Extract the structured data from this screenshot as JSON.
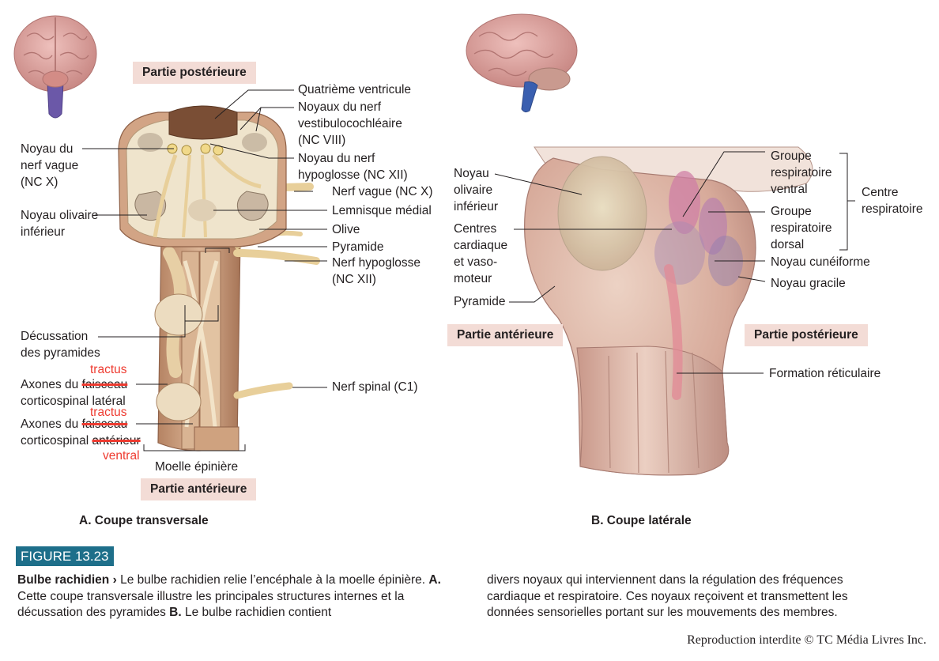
{
  "figure": {
    "number": "FIGURE 13.23",
    "title": "Bulbe rachidien",
    "separator": "›",
    "caption_col1_part1": " Le bulbe rachidien relie l’encéphale à la moelle épinière. ",
    "caption_col1_a": "A.",
    "caption_col1_part2": " Cette coupe transversale illustre les principales structures internes et la décussation des pyramides ",
    "caption_col1_b": "B.",
    "caption_col1_part3": " Le bulbe rachidien contient",
    "caption_col2": "divers noyaux qui interviennent dans la régulation des fréquences cardiaque et respiratoire. Ces noyaux reçoivent et transmettent les données sensorielles portant sur les mouvements des membres.",
    "credit": "Reproduction interdite © TC Média Livres Inc."
  },
  "panel_a": {
    "title": "A. Coupe transversale",
    "tag_top": "Partie postérieure",
    "tag_bottom": "Partie antérieure",
    "labels": {
      "quatrieme_ventricule": "Quatrième ventricule",
      "noyaux_vestibulo_1": "Noyaux du nerf",
      "noyaux_vestibulo_2": "vestibulocochléaire",
      "noyaux_vestibulo_3": "(NC VIII)",
      "noyau_hypoglosse_1": "Noyau du nerf",
      "noyau_hypoglosse_2": "hypoglosse (NC XII)",
      "nerf_vague": "Nerf vague (NC X)",
      "lemnisque": "Lemnisque médial",
      "olive": "Olive",
      "pyramide": "Pyramide",
      "nerf_hypoglosse_1": "Nerf hypoglosse",
      "nerf_hypoglosse_2": "(NC XII)",
      "nerf_spinal": "Nerf spinal (C1)",
      "moelle": "Moelle épinière",
      "noyau_vague_1": "Noyau du",
      "noyau_vague_2": "nerf vague",
      "noyau_vague_3": "(NC X)",
      "noyau_olivaire_1": "Noyau olivaire",
      "noyau_olivaire_2": "inférieur",
      "decussation_1": "Décussation",
      "decussation_2": "des pyramides",
      "axones_lat_prefix": "Axones du ",
      "axones_lat_struck": "faisceau",
      "axones_lat_line2": "corticospinal latéral",
      "axones_ant_prefix": "Axones du ",
      "axones_ant_struck": "faisceau",
      "axones_ant_line2_prefix": "corticospinal ",
      "axones_ant_line2_struck": "antérieur",
      "correction_tractus_1": "tractus",
      "correction_tractus_2": "tractus",
      "correction_ventral": "ventral"
    }
  },
  "panel_b": {
    "title": "B. Coupe latérale",
    "tag_left": "Partie antérieure",
    "tag_right": "Partie postérieure",
    "labels": {
      "noyau_olivaire_1": "Noyau",
      "noyau_olivaire_2": "olivaire",
      "noyau_olivaire_3": "inférieur",
      "centres_1": "Centres",
      "centres_2": "cardiaque",
      "centres_3": "et vaso-",
      "centres_4": "moteur",
      "pyramide": "Pyramide",
      "groupe_ventral_1": "Groupe",
      "groupe_ventral_2": "respiratoire",
      "groupe_ventral_3": "ventral",
      "groupe_dorsal_1": "Groupe",
      "groupe_dorsal_2": "respiratoire",
      "groupe_dorsal_3": "dorsal",
      "centre_resp_1": "Centre",
      "centre_resp_2": "respiratoire",
      "noyau_cuneiforme": "Noyau cunéiforme",
      "noyau_gracile": "Noyau gracile",
      "formation_reticulaire": "Formation réticulaire"
    }
  },
  "colors": {
    "tissue": "#d9a98a",
    "tissue_dark": "#b98466",
    "white_matter": "#efe4cc",
    "nerve": "#e8cf9a",
    "brain": "#d9a3a0",
    "brainstem_highlight": "#6b58a8",
    "tag_bg": "#f3dcd6",
    "badge": "#1e6f8a",
    "correction": "#ee3b30"
  }
}
